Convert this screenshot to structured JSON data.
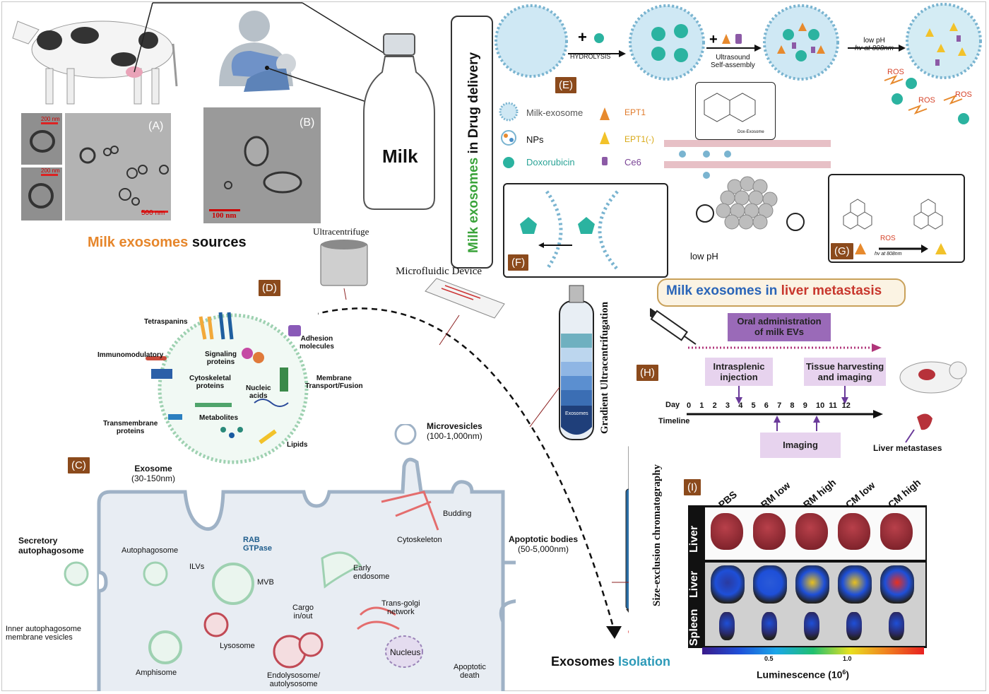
{
  "sources": {
    "title_highlight": "Milk exosomes",
    "title_rest": " sources",
    "panel_a_tag": "(A)",
    "panel_b_tag": "(B)",
    "scale_a1": "200 nm",
    "scale_a2": "200 nm",
    "scale_a3": "500 nm",
    "scale_b": "100 nm",
    "bottle_label": "Milk"
  },
  "drug_delivery": {
    "title_green": "Milk exosomes",
    "title_rest": " in Drug delivery",
    "panel_e_tag": "(E)",
    "panel_f_tag": "(F)",
    "panel_g_tag": "(G)",
    "step1": "HYDROLYSIS",
    "step2_line1": "Ultrasound",
    "step2_line2": "Self-assembly",
    "step3_line1": "low pH",
    "step3_line2": "hv at 808nm",
    "ros1": "ROS",
    "ros2": "ROS",
    "ros3": "ROS",
    "ros_g": "ROS",
    "g_hv": "hv at 808nm",
    "dox_exosome": "Dox-Exosome",
    "low_ph": "low pH",
    "legend": {
      "milk_exosome": "Milk-exosome",
      "nps": "NPs",
      "doxorubicin": "Doxorubicin",
      "ept1": "EPT1",
      "ept1_neg": "EPT1(-)",
      "ce6": "Ce6"
    }
  },
  "isolation": {
    "ultracentrifuge": "Ultracentrifuge",
    "microfluidic": "Microfluidic Device",
    "gradient": "Gradient  Ultracentrifugation",
    "tube_label": "Exosomes",
    "sec": "Size-exclusion  chromatography",
    "title_dark": "Exosomes ",
    "title_color": "Isolation",
    "panel_d_tag": "(D)"
  },
  "exosome": {
    "tetraspanins": "Tetraspanins",
    "immunomodulatory": "Immunomodulatory",
    "signaling_l1": "Signaling",
    "signaling_l2": "proteins",
    "adhesion_l1": "Adhesion",
    "adhesion_l2": "molecules",
    "cytoskeletal_l1": "Cytoskeletal",
    "cytoskeletal_l2": "proteins",
    "membrane_l1": "Membrane",
    "membrane_l2": "Transport/Fusion",
    "nucleic_l1": "Nucleic",
    "nucleic_l2": "acids",
    "metabolites": "Metabolites",
    "transmembrane_l1": "Transmembrane",
    "transmembrane_l2": "proteins",
    "lipids": "Lipids",
    "exosome_l1": "Exosome",
    "exosome_l2": "(30-150nm)",
    "panel_c_tag": "(C)"
  },
  "cell": {
    "microvesicles_l1": "Microvesicles",
    "microvesicles_l2": "(100-1,000nm)",
    "budding": "Budding",
    "cytoskeleton": "Cytoskeleton",
    "rab_l1": "RAB",
    "rab_l2": "GTPase",
    "secretory_l1": "Secretory",
    "secretory_l2": "autophagosome",
    "autophagosome": "Autophagosome",
    "ilvs": "ILVs",
    "mvb": "MVB",
    "early_l1": "Early",
    "early_l2": "endosome",
    "cargo_l1": "Cargo",
    "cargo_l2": "in/out",
    "transgolgi_l1": "Trans-golgi",
    "transgolgi_l2": "network",
    "nucleus": "Nucleus",
    "inner_l1": "Inner autophagosome",
    "inner_l2": "membrane vesicles",
    "amphisome": "Amphisome",
    "lysosome": "Lysosome",
    "endolys_l1": "Endolysosome/",
    "endolys_l2": "autolysosome",
    "apoptotic_l1": "Apoptotic bodies",
    "apoptotic_l2": "(50-5,000nm)",
    "apop_death_l1": "Apoptotic",
    "apop_death_l2": "death"
  },
  "liver": {
    "title_blue": "Milk exosomes in ",
    "title_red": "liver metastasis",
    "panel_h_tag": "(H)",
    "panel_i_tag": "(I)",
    "oral_l1": "Oral administration",
    "oral_l2": "of milk EVs",
    "intrasplenic_l1": "Intrasplenic",
    "intrasplenic_l2": "injection",
    "tissue_l1": "Tissue harvesting",
    "tissue_l2": "and imaging",
    "imaging": "Imaging",
    "day_label": "Day",
    "timeline_label": "Timeline",
    "days": [
      "0",
      "1",
      "2",
      "3",
      "4",
      "5",
      "6",
      "7",
      "8",
      "9",
      "10",
      "11",
      "12"
    ],
    "metastases": "Liver metastases",
    "groups": [
      "PBS",
      "RM low",
      "RM high",
      "CM low",
      "CM high"
    ],
    "row_liver": "Liver",
    "row_spleen": "Spleen",
    "row_liver2": "Liver",
    "scale_ticks": [
      "0.5",
      "1.0"
    ],
    "luminescence": "Luminescence (10",
    "luminescence_exp": "6",
    "luminescence_end": ")"
  }
}
